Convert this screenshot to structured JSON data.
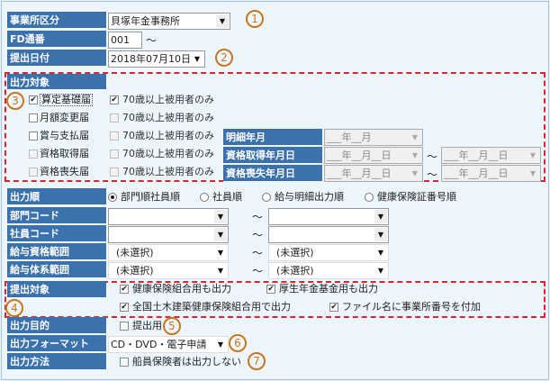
{
  "office": {
    "label": "事業所区分",
    "value": "貝塚年金事務所",
    "marker": "1"
  },
  "fd": {
    "label": "FD通番",
    "value": "001",
    "tilde": "〜"
  },
  "date": {
    "label": "提出日付",
    "value": "2018年07月10日",
    "marker": "2"
  },
  "targets": {
    "label": "出力対象",
    "marker": "3",
    "items": [
      {
        "label": "算定基礎届",
        "checked": true,
        "sub": "70歳以上被用者のみ",
        "sub_checked": true
      },
      {
        "label": "月額変更届",
        "checked": false,
        "sub": "70歳以上被用者のみ"
      },
      {
        "label": "賞与支払届",
        "checked": false,
        "sub": "70歳以上被用者のみ"
      },
      {
        "label": "資格取得届",
        "checked": false,
        "sub": "70歳以上被用者のみ"
      },
      {
        "label": "資格喪失届",
        "checked": false,
        "sub": "70歳以上被用者のみ"
      }
    ],
    "meisai": {
      "label": "明細年月",
      "value": "___年__月"
    },
    "shutoku": {
      "label": "資格取得年月日",
      "from": "___年__月__日",
      "to": "___年__月__日"
    },
    "soshitsu": {
      "label": "資格喪失年月日",
      "from": "___年__月__日",
      "to": "___年__月__日"
    }
  },
  "order": {
    "label": "出力順",
    "options": [
      "部門順社員順",
      "社員順",
      "給与明細出力順",
      "健康保険証番号順"
    ],
    "selected": 0
  },
  "dept": {
    "label": "部門コード",
    "from": "",
    "to": ""
  },
  "emp": {
    "label": "社員コード",
    "from": "",
    "to": ""
  },
  "qual": {
    "label": "給与資格範囲",
    "from": "(未選択)",
    "to": "(未選択)"
  },
  "system": {
    "label": "給与体系範囲",
    "from": "(未選択)",
    "to": "(未選択)"
  },
  "submit": {
    "label": "提出対象",
    "marker": "4",
    "options": [
      "健康保険組合用も出力",
      "厚生年金基金用も出力",
      "全国土木建築健康保険組合用で出力",
      "ファイル名に事業所番号を付加"
    ]
  },
  "purpose": {
    "label": "出力目的",
    "option": "提出用",
    "marker": "5"
  },
  "format": {
    "label": "出力フォーマット",
    "value": "CD・DVD・電子申請",
    "marker": "6"
  },
  "method": {
    "label": "出力方法",
    "option": "船員保険者は出力しない",
    "marker": "7"
  },
  "tilde": "〜"
}
